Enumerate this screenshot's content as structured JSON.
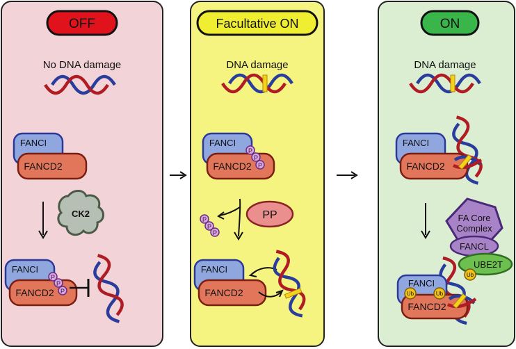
{
  "panels": [
    {
      "state": "OFF",
      "damage_label": "No DNA damage",
      "fanci": "FANCI",
      "fancd2": "FANCD2",
      "kinase": "CK2",
      "fanci_bottom": "FANCI",
      "fancd2_bottom": "FANCD2",
      "phospho": "P"
    },
    {
      "state": "Facultative ON",
      "damage_label": "DNA damage",
      "fanci": "FANCI",
      "fancd2": "FANCD2",
      "phosphatase": "PP",
      "fanci_bottom": "FANCI",
      "fancd2_bottom": "FANCD2",
      "phospho": "P"
    },
    {
      "state": "ON",
      "damage_label": "DNA damage",
      "fanci": "FANCI",
      "fancd2": "FANCD2",
      "core_line1": "FA Core",
      "core_line2": "Complex",
      "fancl": "FANCL",
      "ube2t": "UBE2T",
      "ub": "Ub",
      "fanci_bottom": "FANCI",
      "fancd2_bottom": "FANCD2"
    }
  ],
  "colors": {
    "off_bg": "#f2d3d8",
    "fac_bg": "#f6f480",
    "on_bg": "#dbeed2",
    "off_pill": "#e0121b",
    "fac_pill": "#f0ee30",
    "on_pill": "#39b54a",
    "fanci_fill": "#8fa6df",
    "fanci_stroke": "#2b3a9a",
    "fancd2_fill": "#e2765a",
    "fancd2_stroke": "#7a1e12",
    "phospho_fill": "#d9a7df",
    "phospho_stroke": "#6b2b80",
    "ck2_fill": "#b6bfb4",
    "pp_fill": "#ea8f8e",
    "core_fill": "#a983c8",
    "ube2t_fill": "#6dbf4f",
    "ub_fill": "#f2c218",
    "dna_red": "#b01c24",
    "dna_blue": "#2a3d9c",
    "lesion": "#f2d41a"
  }
}
